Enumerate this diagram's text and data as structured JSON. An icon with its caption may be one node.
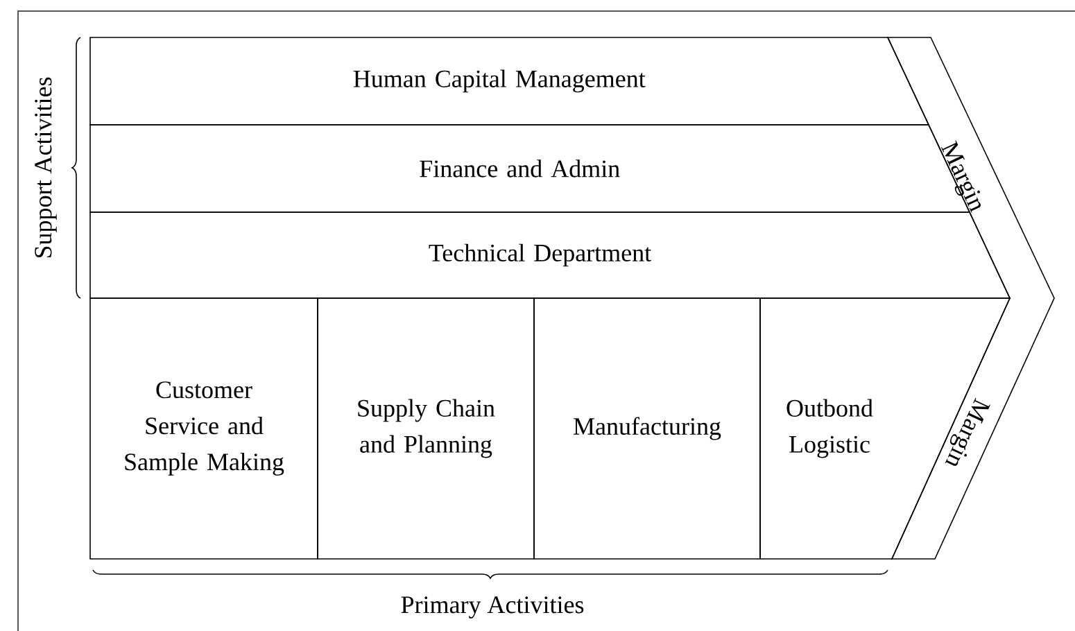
{
  "diagram": {
    "nodes": [
      {
        "text": [
          "Human Capital Management"
        ]
      },
      {
        "text": [
          "Finance and Admin"
        ]
      },
      {
        "text": [
          "Technical Department"
        ]
      },
      {
        "text": [
          "Customer Service and Sample Making"
        ]
      },
      {
        "text": [
          "Supply Chain and Planning"
        ]
      },
      {
        "text": [
          "Manufacturing"
        ]
      },
      {
        "text": [
          "Outbond Logistic"
        ]
      }
    ],
    "labels": [
      "Support Activities",
      "Margin",
      "Margin",
      "Primary Activities"
    ]
  }
}
